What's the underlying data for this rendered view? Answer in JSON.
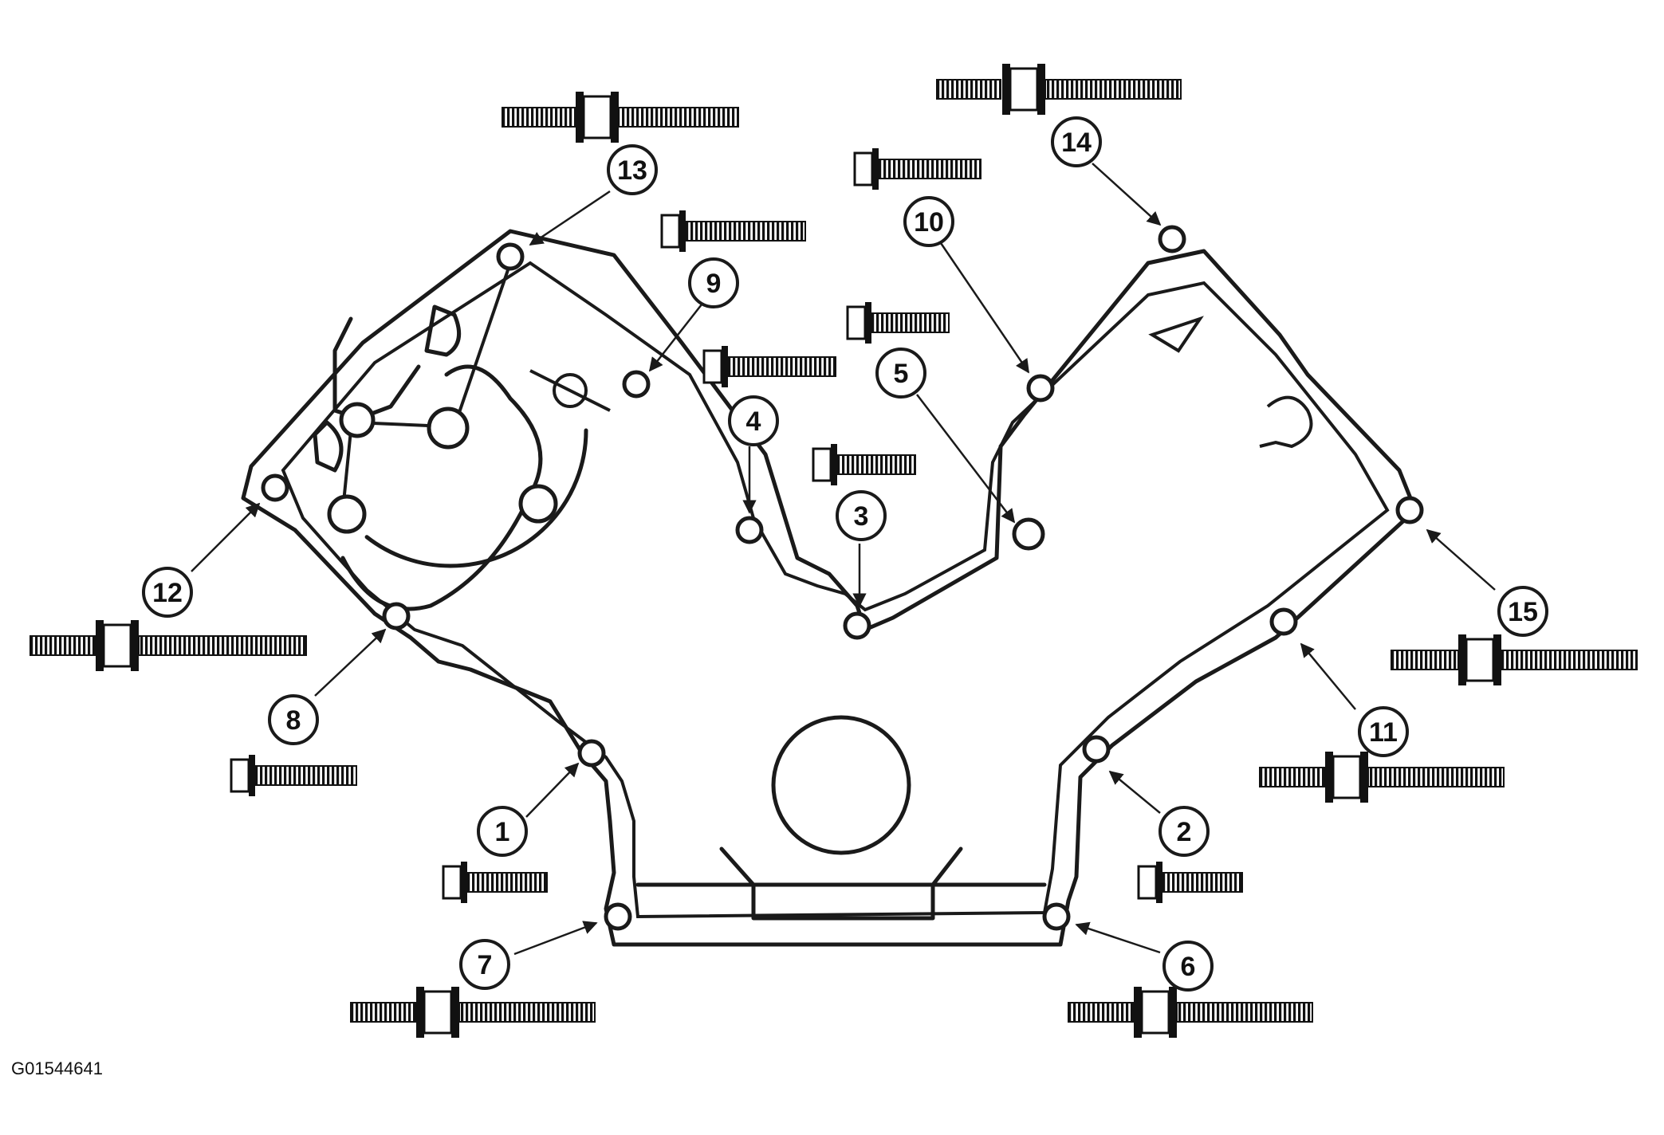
{
  "figure_id": "G01544641",
  "callouts": [
    "1",
    "2",
    "3",
    "4",
    "5",
    "6",
    "7",
    "8",
    "9",
    "10",
    "11",
    "12",
    "13",
    "14",
    "15"
  ]
}
